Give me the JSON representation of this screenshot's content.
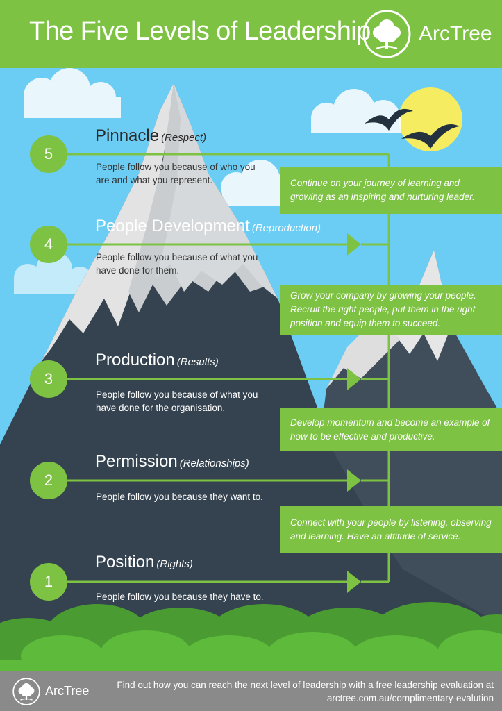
{
  "header": {
    "title": "The Five Levels of Leadership",
    "brand": "ArcTree"
  },
  "colors": {
    "green": "#7dc242",
    "sky": "#6ccdf4",
    "mountain_light": "#e8e8e8",
    "mountain_dark": "#34434f",
    "footer_grey": "#8a8a8a",
    "sun": "#f5ec62"
  },
  "icons": [
    "tree-logo-icon",
    "bird-icon",
    "sun-icon",
    "cloud-icon",
    "arrow-right-icon"
  ],
  "levels": [
    {
      "number": "5",
      "name": "Pinnacle",
      "sub": "(Respect)",
      "description": "People follow you because of who you are and what you represent."
    },
    {
      "number": "4",
      "name": "People Development",
      "sub": "(Reproduction)",
      "description": "People follow you because of what you have done for them."
    },
    {
      "number": "3",
      "name": "Production",
      "sub": "(Results)",
      "description": "People follow you because of what you have done for the organisation."
    },
    {
      "number": "2",
      "name": "Permission",
      "sub": "(Relationships)",
      "description": "People follow you because they want to."
    },
    {
      "number": "1",
      "name": "Position",
      "sub": "(Rights)",
      "description": "People follow you because they have to."
    }
  ],
  "tips": [
    "Continue on your journey of learning and growing as an inspiring and nurturing leader.",
    "Grow your company by growing your people. Recruit the right people, put them in the right position and equip them to succeed.",
    "Develop momentum and become an example of how to be effective and productive.",
    "Connect with your people by listening, observing and learning. Have an attitude of service."
  ],
  "footer": {
    "brand": "ArcTree",
    "text": "Find out how you can reach the next level of leadership with a free leadership evaluation at arctree.com.au/complimentary-evalution"
  }
}
